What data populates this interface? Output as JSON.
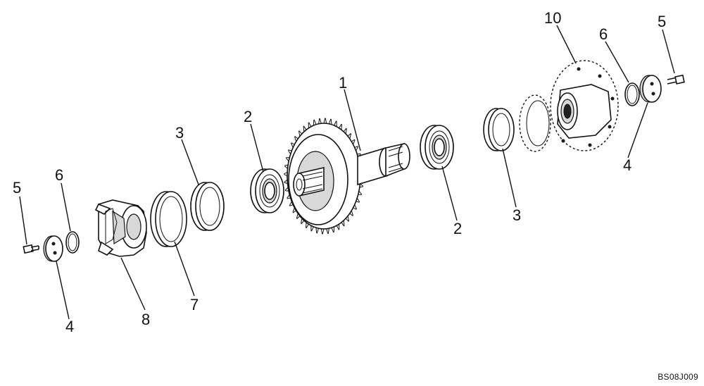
{
  "callouts": {
    "c1": "1",
    "c2a": "2",
    "c2b": "2",
    "c3a": "3",
    "c3b": "3",
    "c4a": "4",
    "c4b": "4",
    "c5a": "5",
    "c5b": "5",
    "c6a": "6",
    "c6b": "6",
    "c7": "7",
    "c8": "8",
    "c10": "10"
  },
  "reference_code": "BS08J009"
}
